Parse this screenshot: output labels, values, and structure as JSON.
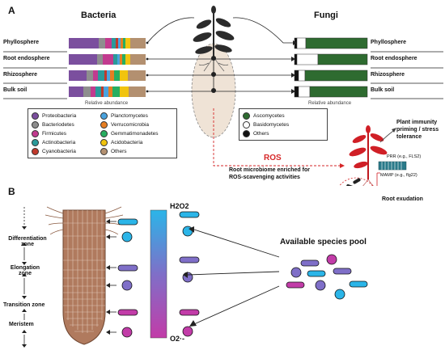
{
  "panel_a": {
    "label": "A",
    "bacteria_title": "Bacteria",
    "fungi_title": "Fungi",
    "compartments": [
      "Phyllosphere",
      "Root endosphere",
      "Rhizosphere",
      "Bulk soil"
    ],
    "axis_label": "Relative abundance",
    "bacteria_legend": [
      {
        "name": "Proteobacteria",
        "color": "#7b4f9e"
      },
      {
        "name": "Bacteriodetes",
        "color": "#8e8e8e"
      },
      {
        "name": "Firmicutes",
        "color": "#c23b8f"
      },
      {
        "name": "Actinobacteria",
        "color": "#2a9a9a"
      },
      {
        "name": "Cyanobacteria",
        "color": "#c0392b"
      },
      {
        "name": "Planctomycetes",
        "color": "#4aa3df"
      },
      {
        "name": "Verrucomicrobia",
        "color": "#e67e22"
      },
      {
        "name": "Gemmatimonadetes",
        "color": "#27ae60"
      },
      {
        "name": "Acidobacteria",
        "color": "#f1c40f"
      },
      {
        "name": "Others",
        "color": "#b39070"
      }
    ],
    "fungi_legend": [
      {
        "name": "Ascomycetes",
        "color": "#2e6b30"
      },
      {
        "name": "Basidomycetes",
        "color": "#ffffff"
      },
      {
        "name": "Others",
        "color": "#111111"
      }
    ],
    "ros_label": "ROS",
    "ros_text_line1": "Root microbiome enriched for",
    "ros_text_line2": "ROS-scavenging activities",
    "immunity_line1": "Plant immunity",
    "immunity_line2": "priming / stress",
    "immunity_line3": "tolerance",
    "prr_label": "PRR (e.g., FLS2)",
    "mamp_label": "MAMP (e.g., flg22)",
    "exudation_label": "Root exudation"
  },
  "panel_b": {
    "label": "B",
    "zones": [
      "Differentiation zone",
      "Elongation zone",
      "Transition zone",
      "Meristem"
    ],
    "h2o2_label": "H2O2",
    "o2_label": "O2·-",
    "species_pool_label": "Available species pool"
  }
}
